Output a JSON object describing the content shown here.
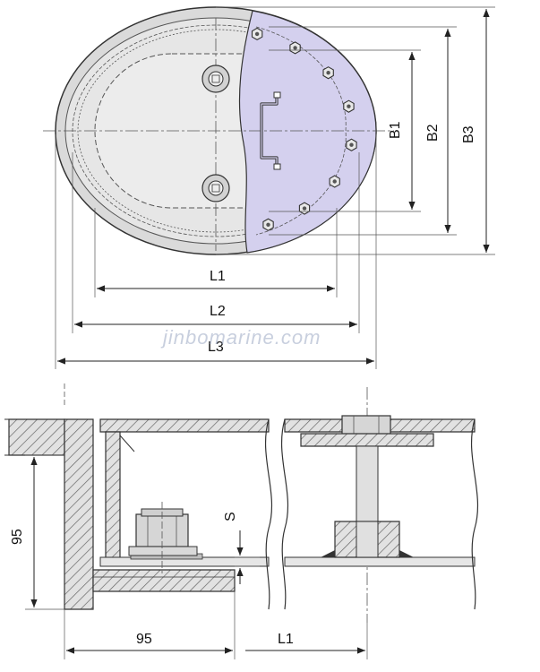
{
  "plan_view": {
    "labels": {
      "l1": "L1",
      "l2": "L2",
      "l3": "L3",
      "b1": "B1",
      "b2": "B2",
      "b3": "B3"
    }
  },
  "section_view": {
    "labels": {
      "height_95": "95",
      "width_95": "95",
      "thickness_s": "S",
      "l1": "L1"
    }
  },
  "watermark": "jinbomarine.com",
  "colors": {
    "line": "#333333",
    "plate_fill": "#dcdcdc",
    "inner_fill": "#e9e9e9",
    "cutaway_fill": "#d6d2ef",
    "hatch": "#666666"
  }
}
